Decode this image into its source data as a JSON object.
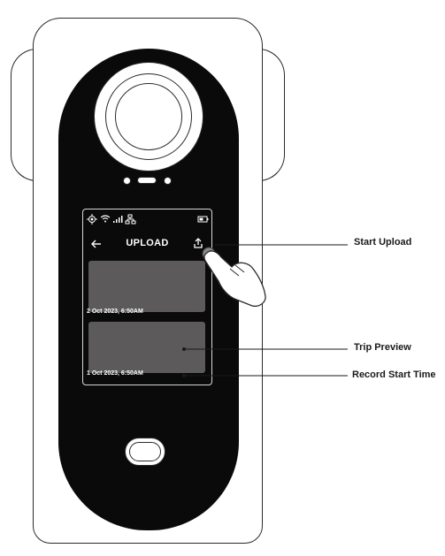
{
  "screen": {
    "title": "UPLOAD",
    "status_icons": [
      "gps-icon",
      "wifi-icon",
      "signal-icon",
      "network-icon",
      "battery-icon"
    ],
    "back_icon": "back-arrow-icon",
    "upload_icon": "upload-icon",
    "trips": [
      {
        "time": "2 Oct 2023, 6:50AM"
      },
      {
        "time": "1 Oct 2023, 6:50AM"
      }
    ]
  },
  "callouts": {
    "start_upload": "Start Upload",
    "trip_preview": "Trip Preview",
    "record_start_time": "Record Start Time"
  },
  "colors": {
    "device_outline": "#2a2a2a",
    "panel": "#0a0a0a",
    "card": "#5c5a5a"
  }
}
